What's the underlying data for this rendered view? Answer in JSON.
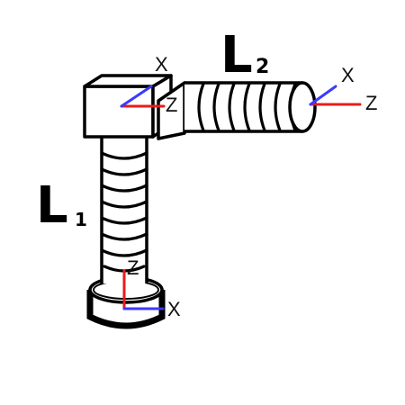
{
  "labels": {
    "link1": "L",
    "link1_sub": "1",
    "link2": "L",
    "link2_sub": "2"
  },
  "frames": {
    "base": {
      "x": "X",
      "z": "Z"
    },
    "joint": {
      "x": "X",
      "z": "Z"
    },
    "end": {
      "x": "X",
      "z": "Z"
    }
  },
  "colors": {
    "x_axis": "#3a3aff",
    "z_axis": "#e81c1c",
    "outline": "#000000"
  }
}
